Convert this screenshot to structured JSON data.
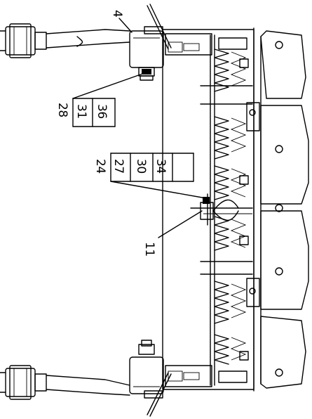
{
  "callouts": {
    "c4": "4",
    "c11": "11",
    "group_a": {
      "top": "28",
      "middle": "31",
      "bottom": "36"
    },
    "group_b": {
      "top": "24",
      "r2": "27",
      "r3": "30",
      "r4": "34"
    }
  }
}
